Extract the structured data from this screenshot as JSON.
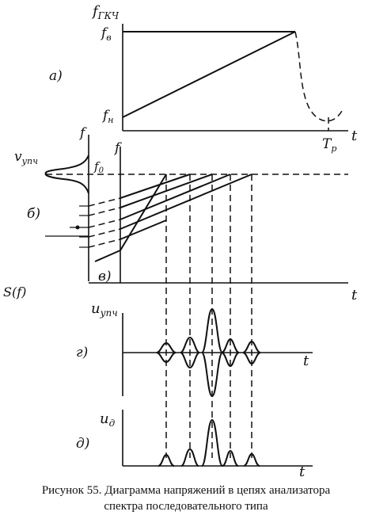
{
  "labels": {
    "f_gkch": "f",
    "f_gkch_sub": "ГКЧ",
    "f_v": "f",
    "f_v_sub": "в",
    "f_n": "f",
    "f_n_sub": "н",
    "a_label": "а)",
    "t_a": "t",
    "t_r": "T",
    "t_r_sub": "р",
    "f_b": "f",
    "f_v_axis": "f",
    "v_upch": "v",
    "v_upch_sub": "упч",
    "f_0": "f",
    "f_0_sub": "0",
    "b_label": "б)",
    "v_label": "в)",
    "s_f": "S(f)",
    "t_v": "t",
    "u_upch": "u",
    "u_upch_sub": "упч",
    "g_label": "г)",
    "t_g": "t",
    "u_d": "u",
    "u_d_sub": "д",
    "d_label": "д)",
    "t_d": "t"
  },
  "caption": {
    "line1": "Рисунок 55. Диаграмма напряжений в цепях анализатора",
    "line2": "спектра последовательного типа"
  }
}
